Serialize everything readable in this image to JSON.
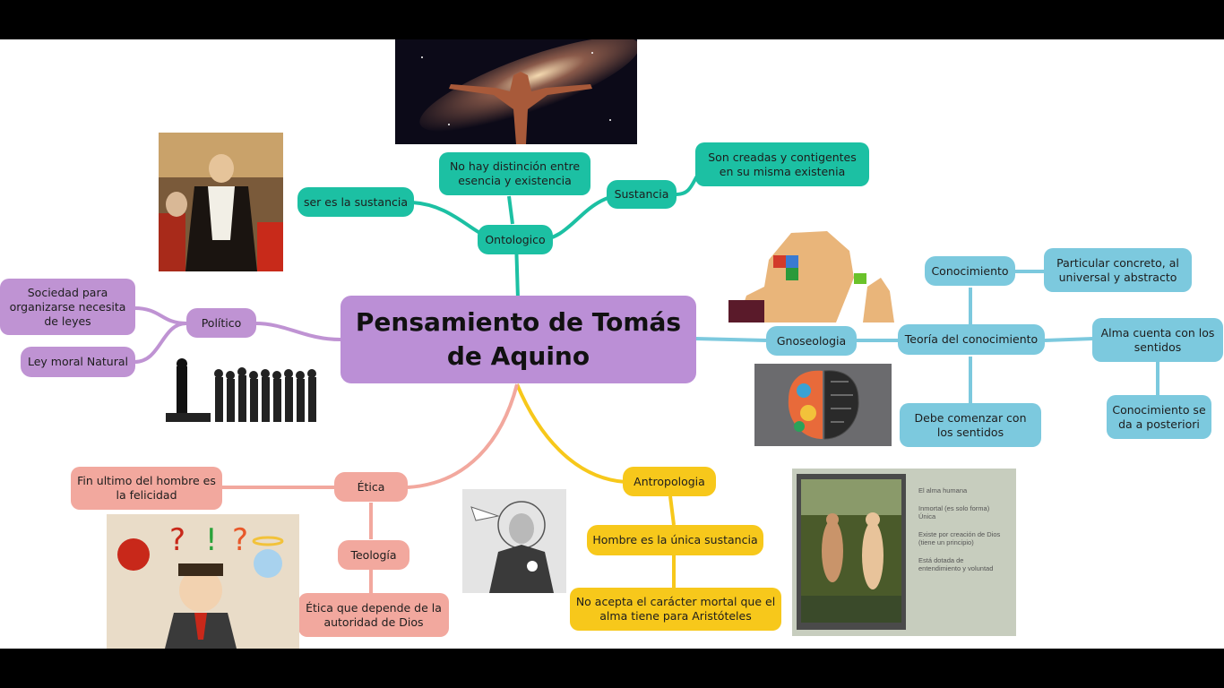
{
  "central": "Pensamiento de Tomás de Aquino",
  "ontologico": {
    "label": "Ontologico",
    "children": [
      "ser es la sustancia",
      "No hay distinción entre esencia y existencia",
      "Sustancia"
    ],
    "sustancia_child": "Son creadas y contigentes en su misma existenia"
  },
  "politico": {
    "label": "Político",
    "children": [
      "Sociedad para organizarse necesita de leyes",
      "Ley moral Natural"
    ]
  },
  "gnoseologia": {
    "label": "Gnoseologia",
    "teoria": "Teoría del conocimiento",
    "conocimiento": "Conocimiento",
    "particular": "Particular concreto, al universal y abstracto",
    "alma": "Alma cuenta con los sentidos",
    "posteriori": "Conocimiento se da a posteriori",
    "debe": "Debe comenzar con los sentidos"
  },
  "etica": {
    "label": "Ética",
    "fin": "Fin ultimo del hombre es la felicidad",
    "teologia": "Teología",
    "depende": "Ética que depende de la autoridad de Dios"
  },
  "antropologia": {
    "label": "Antropologia",
    "hombre": "Hombre es la única sustancia",
    "mortal": "No acepta el carácter mortal que el alma tiene para Aristóteles"
  },
  "slide": {
    "lines": [
      "El alma humana",
      "Inmortal (es solo forma)",
      "Única",
      "Existe por creación de Dios",
      "(tiene un principio)",
      "Está dotada de",
      "entendimiento y voluntad"
    ]
  },
  "colors": {
    "ontologico": "#1cc0a3",
    "gnoseologia": "#7cc9de",
    "politico": "#bf93d3",
    "antropologia": "#f7c81b",
    "etica": "#f2a89e"
  }
}
